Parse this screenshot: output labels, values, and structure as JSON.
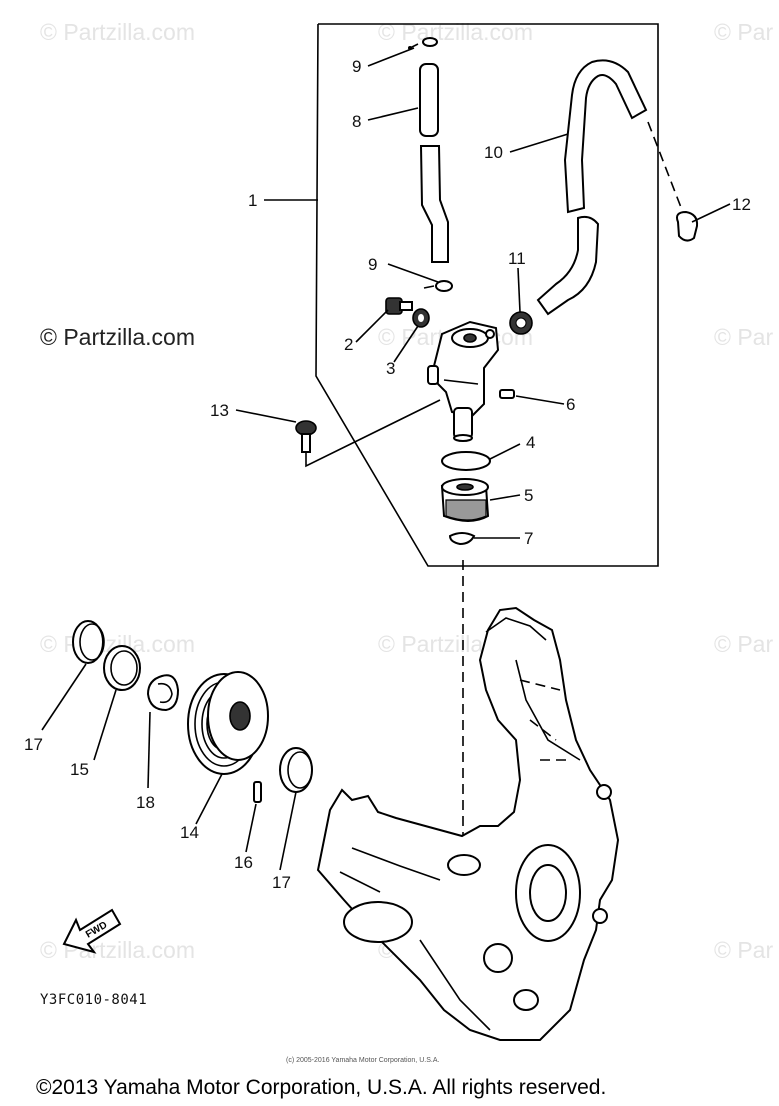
{
  "watermark": {
    "text": "© Partzilla.com",
    "center_text": "© Partzilla.com",
    "edge_text": "© Par"
  },
  "callouts": [
    "1",
    "2",
    "3",
    "4",
    "5",
    "6",
    "7",
    "8",
    "9",
    "9",
    "10",
    "11",
    "12",
    "13",
    "14",
    "15",
    "16",
    "17",
    "17",
    "18"
  ],
  "diagram_code": "Y3FC010-8041",
  "fwd_label": "FWD",
  "small_copyright": "(c) 2005-2016 Yamaha Motor Corporation, U.S.A.",
  "footer": "©2013 Yamaha Motor Corporation, U.S.A. All rights reserved."
}
